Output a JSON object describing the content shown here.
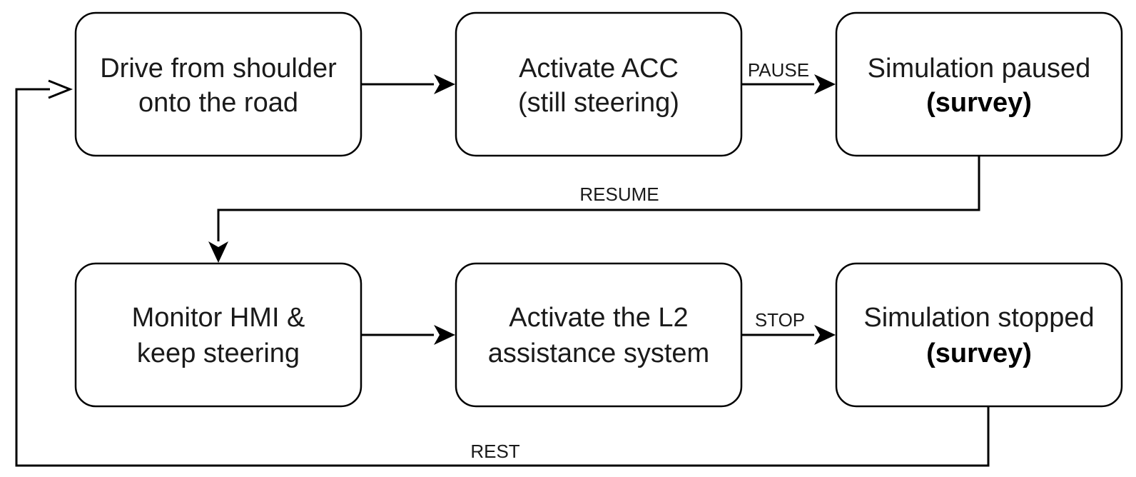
{
  "diagram": {
    "nodes": {
      "drive": {
        "line1": "Drive from shoulder",
        "line2": "onto the road"
      },
      "acc": {
        "line1": "Activate ACC",
        "line2": "(still steering)"
      },
      "paused": {
        "line1": "Simulation paused",
        "line2": "(survey)"
      },
      "monitor": {
        "line1": "Monitor HMI &",
        "line2": "keep steering"
      },
      "l2": {
        "line1": "Activate the L2",
        "line2": "assistance system"
      },
      "stopped": {
        "line1": "Simulation stopped",
        "line2": "(survey)"
      }
    },
    "edges": {
      "pause": "PAUSE",
      "resume": "RESUME",
      "stop": "STOP",
      "rest": "REST"
    }
  }
}
